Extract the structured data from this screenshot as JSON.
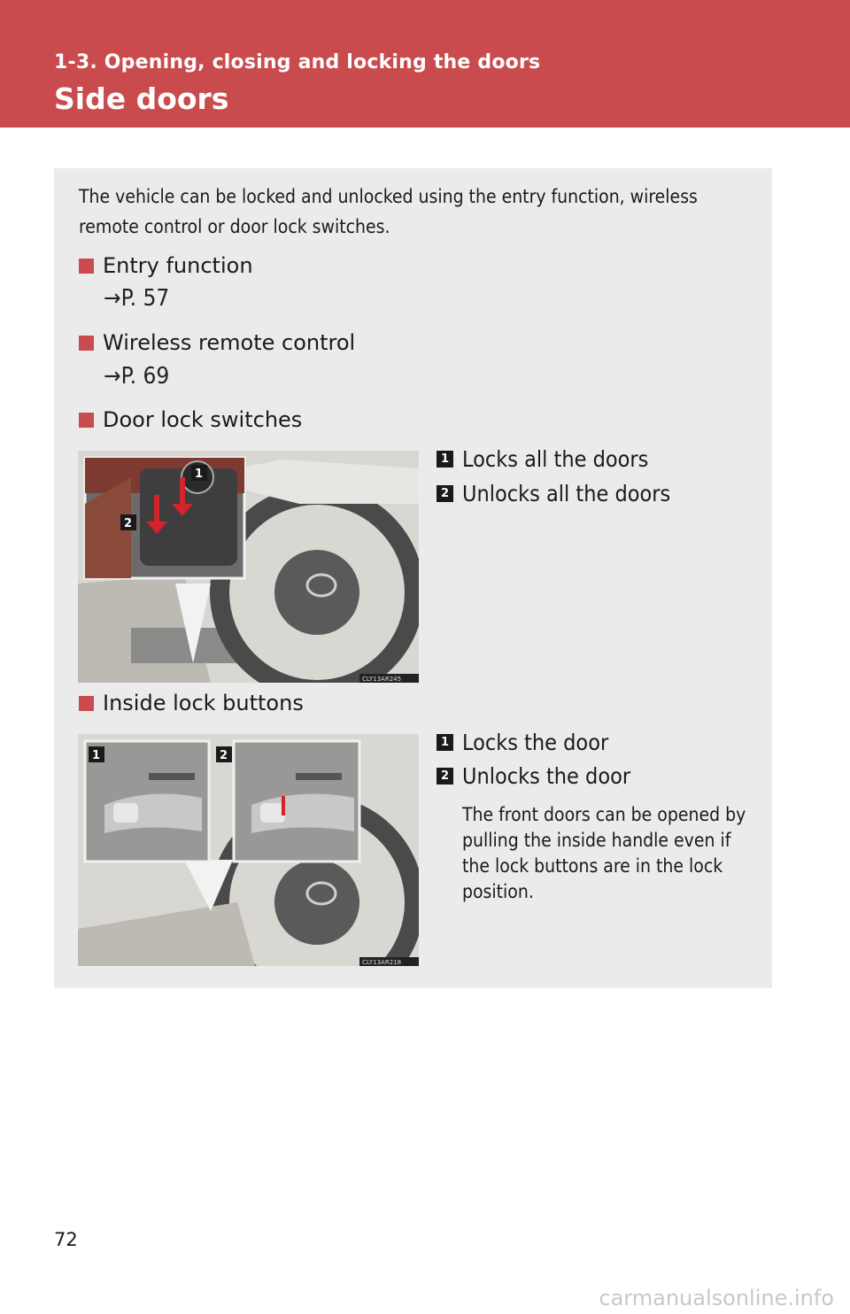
{
  "header": {
    "section_label": "1-3. Opening, closing and locking the doors",
    "title": "Side doors"
  },
  "intro": "The vehicle can be locked and unlocked using the entry function, wireless remote control or door lock switches.",
  "sections": [
    {
      "heading": "Entry function",
      "ref": "→P. 57"
    },
    {
      "heading": "Wireless remote control",
      "ref": "→P. 69"
    },
    {
      "heading": "Door lock switches",
      "image_code": "CLY13AR245",
      "items": [
        {
          "num": "1",
          "text": "Locks all the doors"
        },
        {
          "num": "2",
          "text": "Unlocks all the doors"
        }
      ]
    },
    {
      "heading": "Inside lock buttons",
      "image_code": "CLY13AR218",
      "items": [
        {
          "num": "1",
          "text": "Locks the door"
        },
        {
          "num": "2",
          "text": "Unlocks the door"
        }
      ],
      "note": "The front doors can be opened by pulling the inside handle even if the lock buttons are in the lock position."
    }
  ],
  "page_number": "72",
  "watermark": "carmanualsonline.info",
  "colors": {
    "accent": "#c94b4d",
    "panel": "#ebebeb"
  }
}
